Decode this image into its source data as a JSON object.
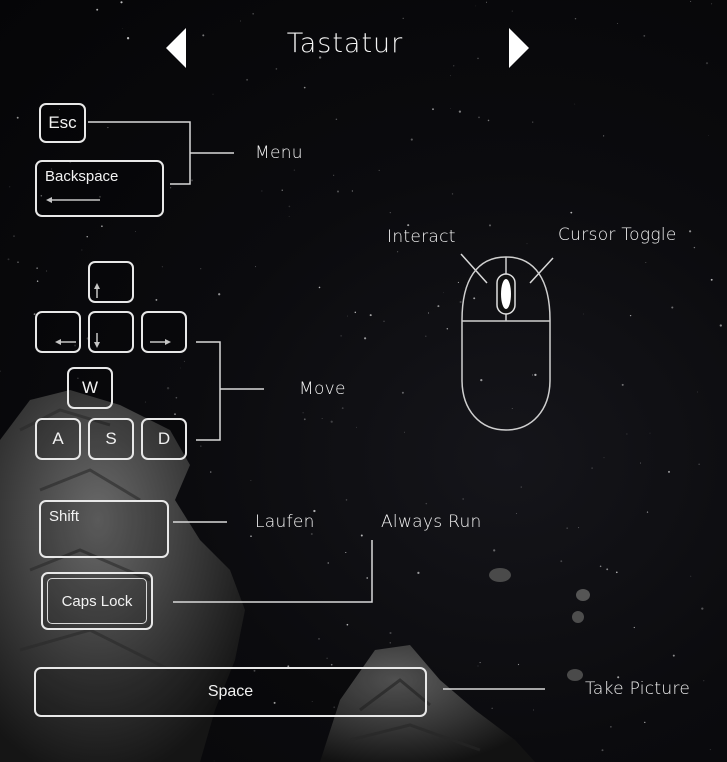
{
  "header": {
    "title": "Tastatur",
    "prev_icon": "triangle-left-icon",
    "next_icon": "triangle-right-icon"
  },
  "keys": {
    "esc": "Esc",
    "backspace": "Backspace",
    "w": "W",
    "a": "A",
    "s": "S",
    "d": "D",
    "shift": "Shift",
    "caps_lock": "Caps Lock",
    "space": "Space"
  },
  "actions": {
    "menu": "Menu",
    "move": "Move",
    "laufen": "Laufen",
    "always_run": "Always Run",
    "take_picture": "Take Picture",
    "interact": "Interact",
    "cursor_toggle": "Cursor Toggle"
  },
  "icons": {
    "arrow_up": "arrow-up-icon",
    "arrow_down": "arrow-down-icon",
    "arrow_left": "arrow-left-icon",
    "arrow_right": "arrow-right-icon",
    "mouse": "mouse-icon"
  },
  "colors": {
    "line": "#d9d9d9",
    "text": "#f5f5f5"
  }
}
